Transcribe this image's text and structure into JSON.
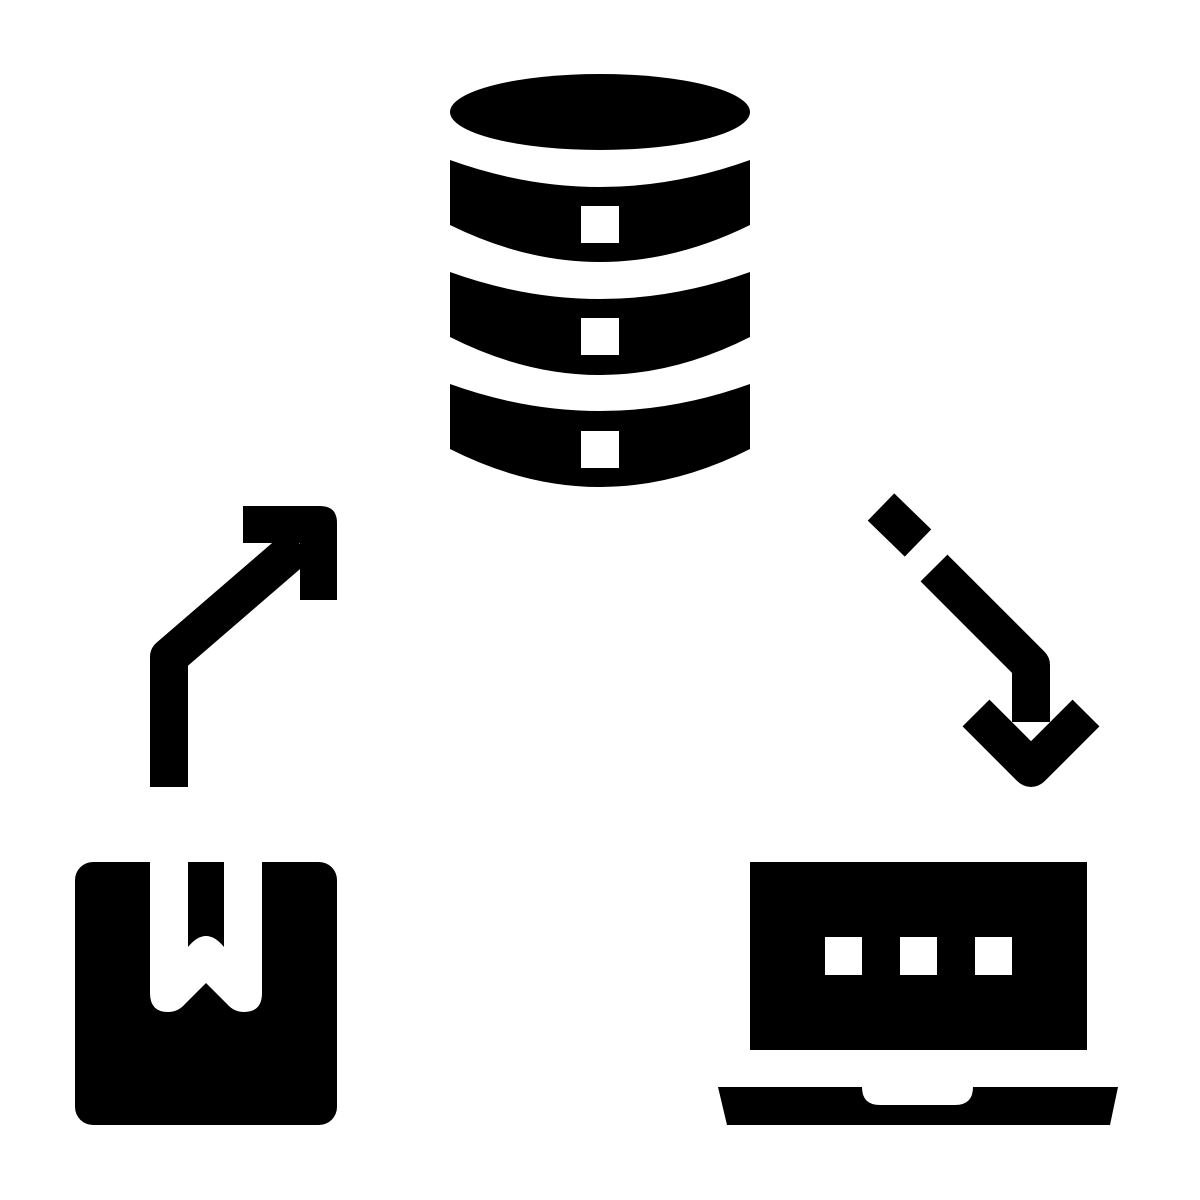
{
  "diagram": {
    "nodes": [
      {
        "id": "database",
        "icon": "database-icon"
      },
      {
        "id": "package",
        "icon": "package-box-icon"
      },
      {
        "id": "laptop",
        "icon": "laptop-icon"
      }
    ],
    "edges": [
      {
        "from": "package",
        "to": "database",
        "icon": "arrow-up-right-icon"
      },
      {
        "from": "database",
        "to": "laptop",
        "icon": "arrow-down-right-icon"
      }
    ],
    "colors": {
      "foreground": "#000000",
      "background": "#ffffff"
    }
  }
}
